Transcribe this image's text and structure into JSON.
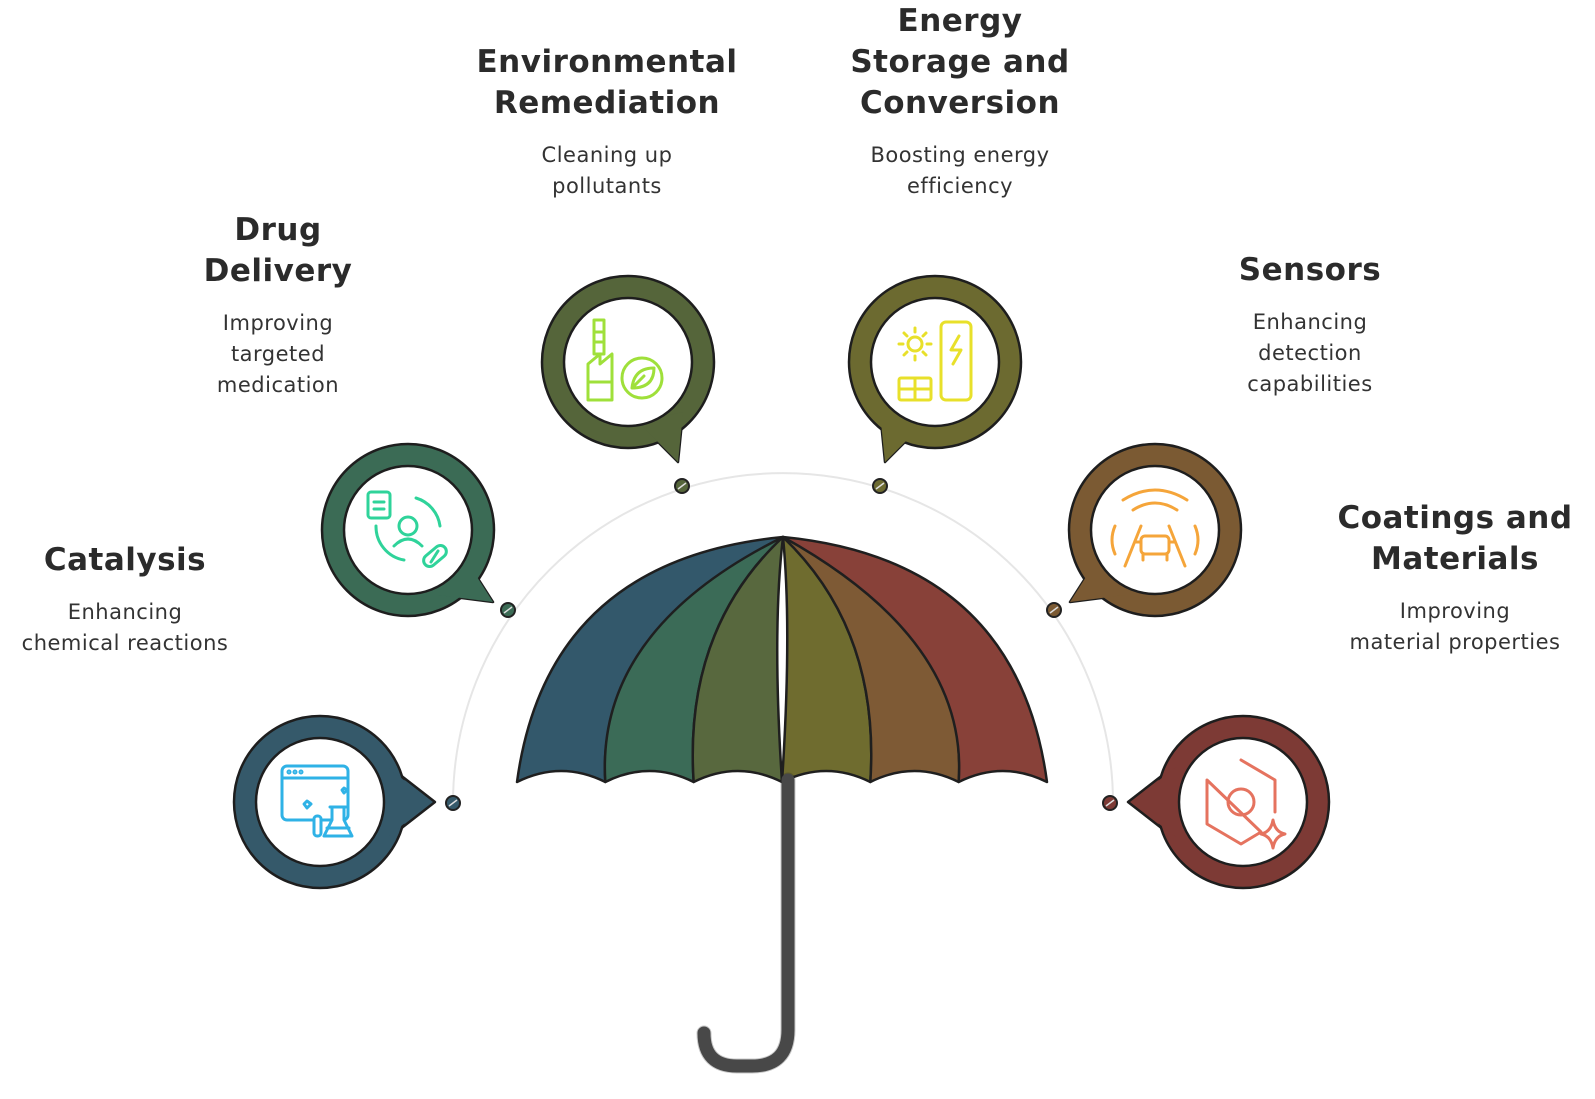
{
  "colors": {
    "catalysis": "#35596a",
    "drug_delivery": "#3b6b55",
    "environmental": "#55653a",
    "energy": "#6c6a30",
    "sensors": "#7b5a33",
    "coatings": "#7d3a35",
    "umbrella_panels": [
      "#33586b",
      "#3b6b57",
      "#58683e",
      "#6f6c2f",
      "#7e5a35",
      "#884139"
    ],
    "handle": "#555555",
    "arc": "#e6e6e6"
  },
  "items": [
    {
      "key": "catalysis",
      "title": [
        "Catalysis"
      ],
      "desc": [
        "Enhancing",
        "chemical reactions"
      ],
      "icon": "browser-flask-icon",
      "icon_color": "#2fb2e6"
    },
    {
      "key": "drug_delivery",
      "title": [
        "Drug",
        "Delivery"
      ],
      "desc": [
        "Improving",
        "targeted",
        "medication"
      ],
      "icon": "patient-pill-icon",
      "icon_color": "#2fd39a"
    },
    {
      "key": "environmental",
      "title": [
        "Environmental",
        "Remediation"
      ],
      "desc": [
        "Cleaning up",
        "pollutants"
      ],
      "icon": "factory-leaf-icon",
      "icon_color": "#9fe03a"
    },
    {
      "key": "energy",
      "title": [
        "Energy",
        "Storage and",
        "Conversion"
      ],
      "desc": [
        "Boosting energy",
        "efficiency"
      ],
      "icon": "solar-battery-icon",
      "icon_color": "#e8e02a"
    },
    {
      "key": "sensors",
      "title": [
        "Sensors"
      ],
      "desc": [
        "Enhancing",
        "detection",
        "capabilities"
      ],
      "icon": "car-sensor-icon",
      "icon_color": "#f5a53a"
    },
    {
      "key": "coatings",
      "title": [
        "Coatings and",
        "Materials"
      ],
      "desc": [
        "Improving",
        "material properties"
      ],
      "icon": "hexagon-sparkle-icon",
      "icon_color": "#e5735f"
    }
  ]
}
